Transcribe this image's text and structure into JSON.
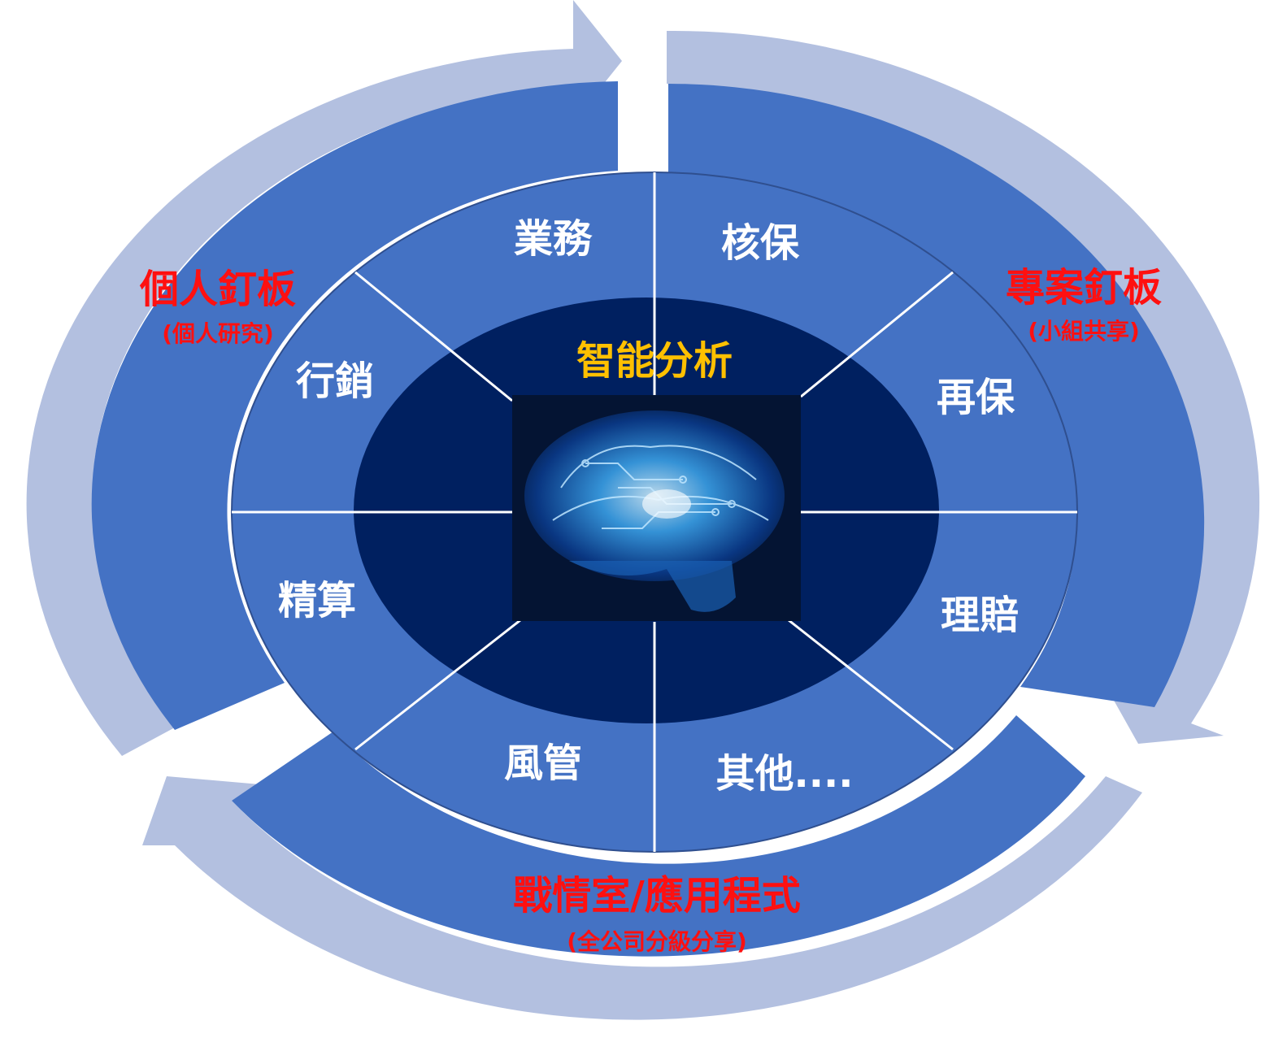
{
  "colors": {
    "ring_dark": "#4472c4",
    "ring_light": "#b3c0e0",
    "core": "#002060",
    "divider": "#ffffff",
    "red_text": "#ff1010",
    "gold_text": "#ffc000"
  },
  "center": {
    "title": "智能分析",
    "image": "brain-circuit-icon"
  },
  "segments": [
    {
      "id": "sales",
      "label": "業務"
    },
    {
      "id": "underwriting",
      "label": "核保"
    },
    {
      "id": "reinsurance",
      "label": "再保"
    },
    {
      "id": "claims",
      "label": "理賠"
    },
    {
      "id": "others",
      "label": "其他...."
    },
    {
      "id": "risk",
      "label": "風管"
    },
    {
      "id": "actuarial",
      "label": "精算"
    },
    {
      "id": "marketing",
      "label": "行銷"
    }
  ],
  "boards": {
    "personal": {
      "title": "個人釘板",
      "subtitle": "(個人研究)"
    },
    "project": {
      "title": "專案釘板",
      "subtitle": "(小組共享)"
    },
    "warroom": {
      "title": "戰情室/應用程式",
      "subtitle": "(全公司分級分享)"
    }
  }
}
